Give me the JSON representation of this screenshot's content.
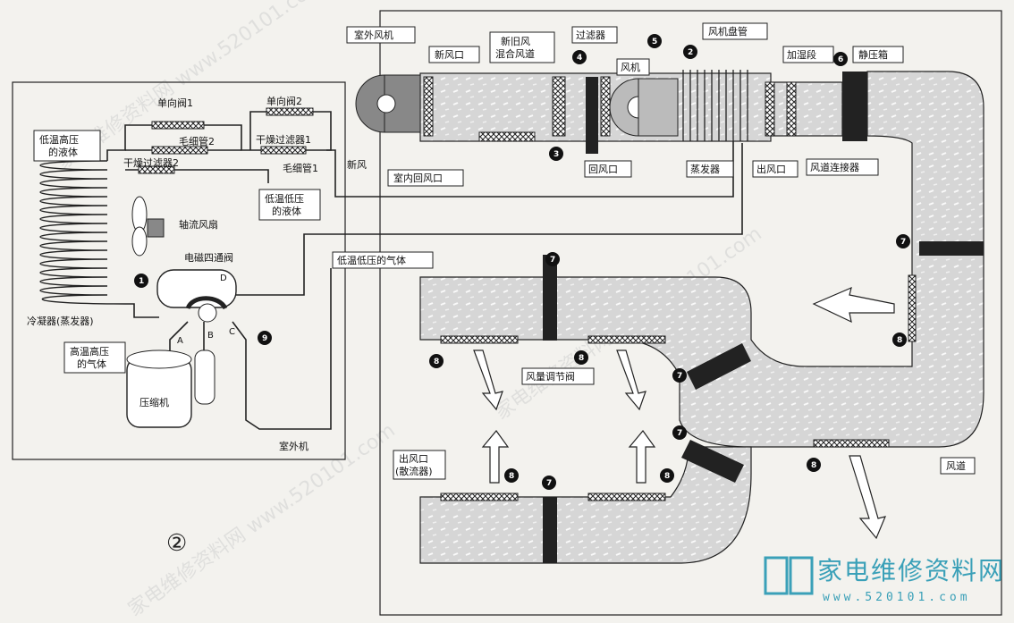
{
  "labels": {
    "outdoor_fan": "室外风机",
    "fresh_air_inlet": "新风口",
    "mixed_duct_1": "新旧风",
    "mixed_duct_2": "混合风道",
    "filter": "过滤器",
    "fan_coil": "风机盘管",
    "humidifier": "加湿段",
    "plenum": "静压箱",
    "fan": "风机",
    "fresh_air": "新风",
    "indoor_return": "室内回风口",
    "return_air": "回风口",
    "evaporator": "蒸发器",
    "air_outlet": "出风口",
    "duct_connector": "风道连接器",
    "check_valve_1": "单向阀1",
    "check_valve_2": "单向阀2",
    "low_temp_high_press_liquid_1": "低温高压",
    "low_temp_high_press_liquid_2": "的液体",
    "capillary_2": "毛细管2",
    "dryer_filter_1": "干燥过滤器1",
    "dryer_filter_2": "干燥过滤器2",
    "capillary_1": "毛细管1",
    "low_temp_low_press_liquid_1": "低温低压",
    "low_temp_low_press_liquid_2": "的液体",
    "axial_fan": "轴流风扇",
    "solenoid_valve": "电磁四通阀",
    "low_temp_low_press_gas": "低温低压的气体",
    "condenser": "冷凝器(蒸发器)",
    "high_temp_high_press_gas_1": "高温高压",
    "high_temp_high_press_gas_2": "的气体",
    "compressor": "压缩机",
    "outdoor_unit": "室外机",
    "damper": "风量调节阀",
    "outlet_diffuser_1": "出风口",
    "outlet_diffuser_2": "(散流器)",
    "duct": "风道",
    "port_a": "A",
    "port_b": "B",
    "port_c": "C",
    "port_d": "D",
    "figure_number": "②"
  },
  "markers": [
    "1",
    "2",
    "3",
    "4",
    "5",
    "6",
    "7",
    "8",
    "9"
  ],
  "brand": {
    "name": "家电维修资料网",
    "url": "www.520101.com"
  },
  "watermark": "家电维修资料网 www.520101.com"
}
